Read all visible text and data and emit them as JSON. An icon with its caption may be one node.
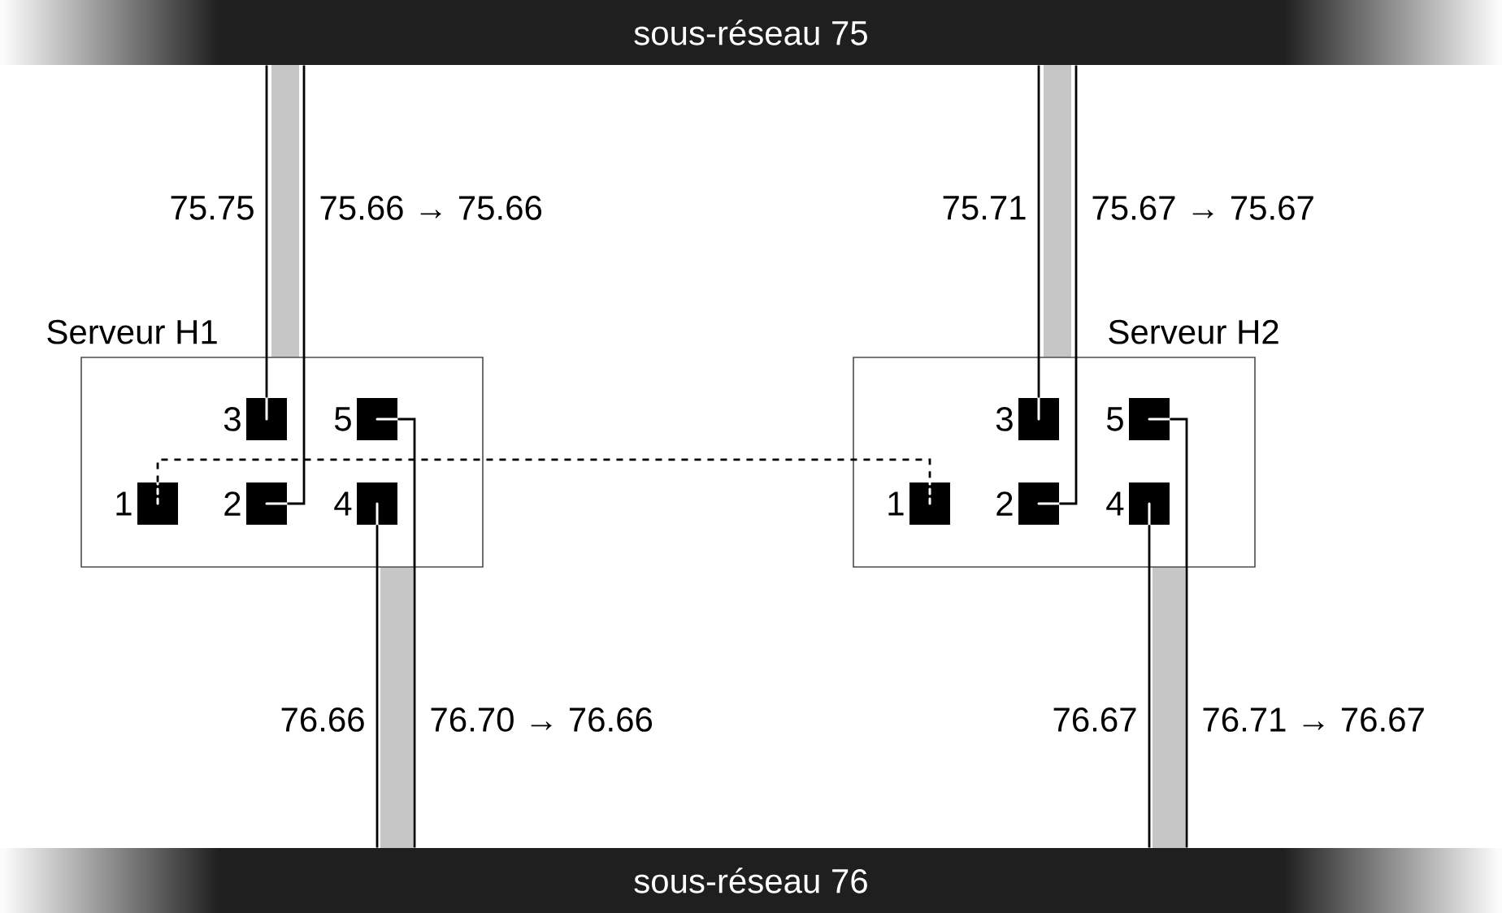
{
  "diagram": {
    "nodes": [
      {
        "text": [
          "sous-réseau 75"
        ]
      },
      {
        "text": [
          "Serveur H1"
        ]
      },
      {
        "text": [
          "1"
        ],
        "in": 1
      },
      {
        "text": [
          "2"
        ],
        "in": 1
      },
      {
        "text": [
          "3"
        ],
        "in": 1
      },
      {
        "text": [
          "4"
        ],
        "in": 1
      },
      {
        "text": [
          "5"
        ],
        "in": 1
      },
      {
        "text": [
          "Serveur H2"
        ]
      },
      {
        "text": [
          "1"
        ],
        "in": 7
      },
      {
        "text": [
          "2"
        ],
        "in": 7
      },
      {
        "text": [
          "3"
        ],
        "in": 7
      },
      {
        "text": [
          "4"
        ],
        "in": 7
      },
      {
        "text": [
          "5"
        ],
        "in": 7
      },
      {
        "text": [
          "sous-réseau 76"
        ]
      }
    ],
    "edges": [
      {
        "from": 4,
        "to": 0,
        "arrow": "none",
        "label": "75.75"
      },
      {
        "from": 3,
        "to": 0,
        "arrow": "none",
        "label": "75.66 → 75.66"
      },
      {
        "from": 5,
        "to": 13,
        "arrow": "none",
        "label": "76.66"
      },
      {
        "from": 6,
        "to": 13,
        "arrow": "none",
        "label": "76.70 → 76.66"
      },
      {
        "from": 2,
        "to": 8,
        "arrow": "none",
        "style": "dashed"
      },
      {
        "from": 10,
        "to": 0,
        "arrow": "none",
        "label": "75.71"
      },
      {
        "from": 9,
        "to": 0,
        "arrow": "none",
        "label": "75.67 → 75.67"
      },
      {
        "from": 11,
        "to": 13,
        "arrow": "none",
        "label": "76.67"
      },
      {
        "from": 12,
        "to": 13,
        "arrow": "none",
        "label": "76.71 → 76.67"
      }
    ]
  }
}
